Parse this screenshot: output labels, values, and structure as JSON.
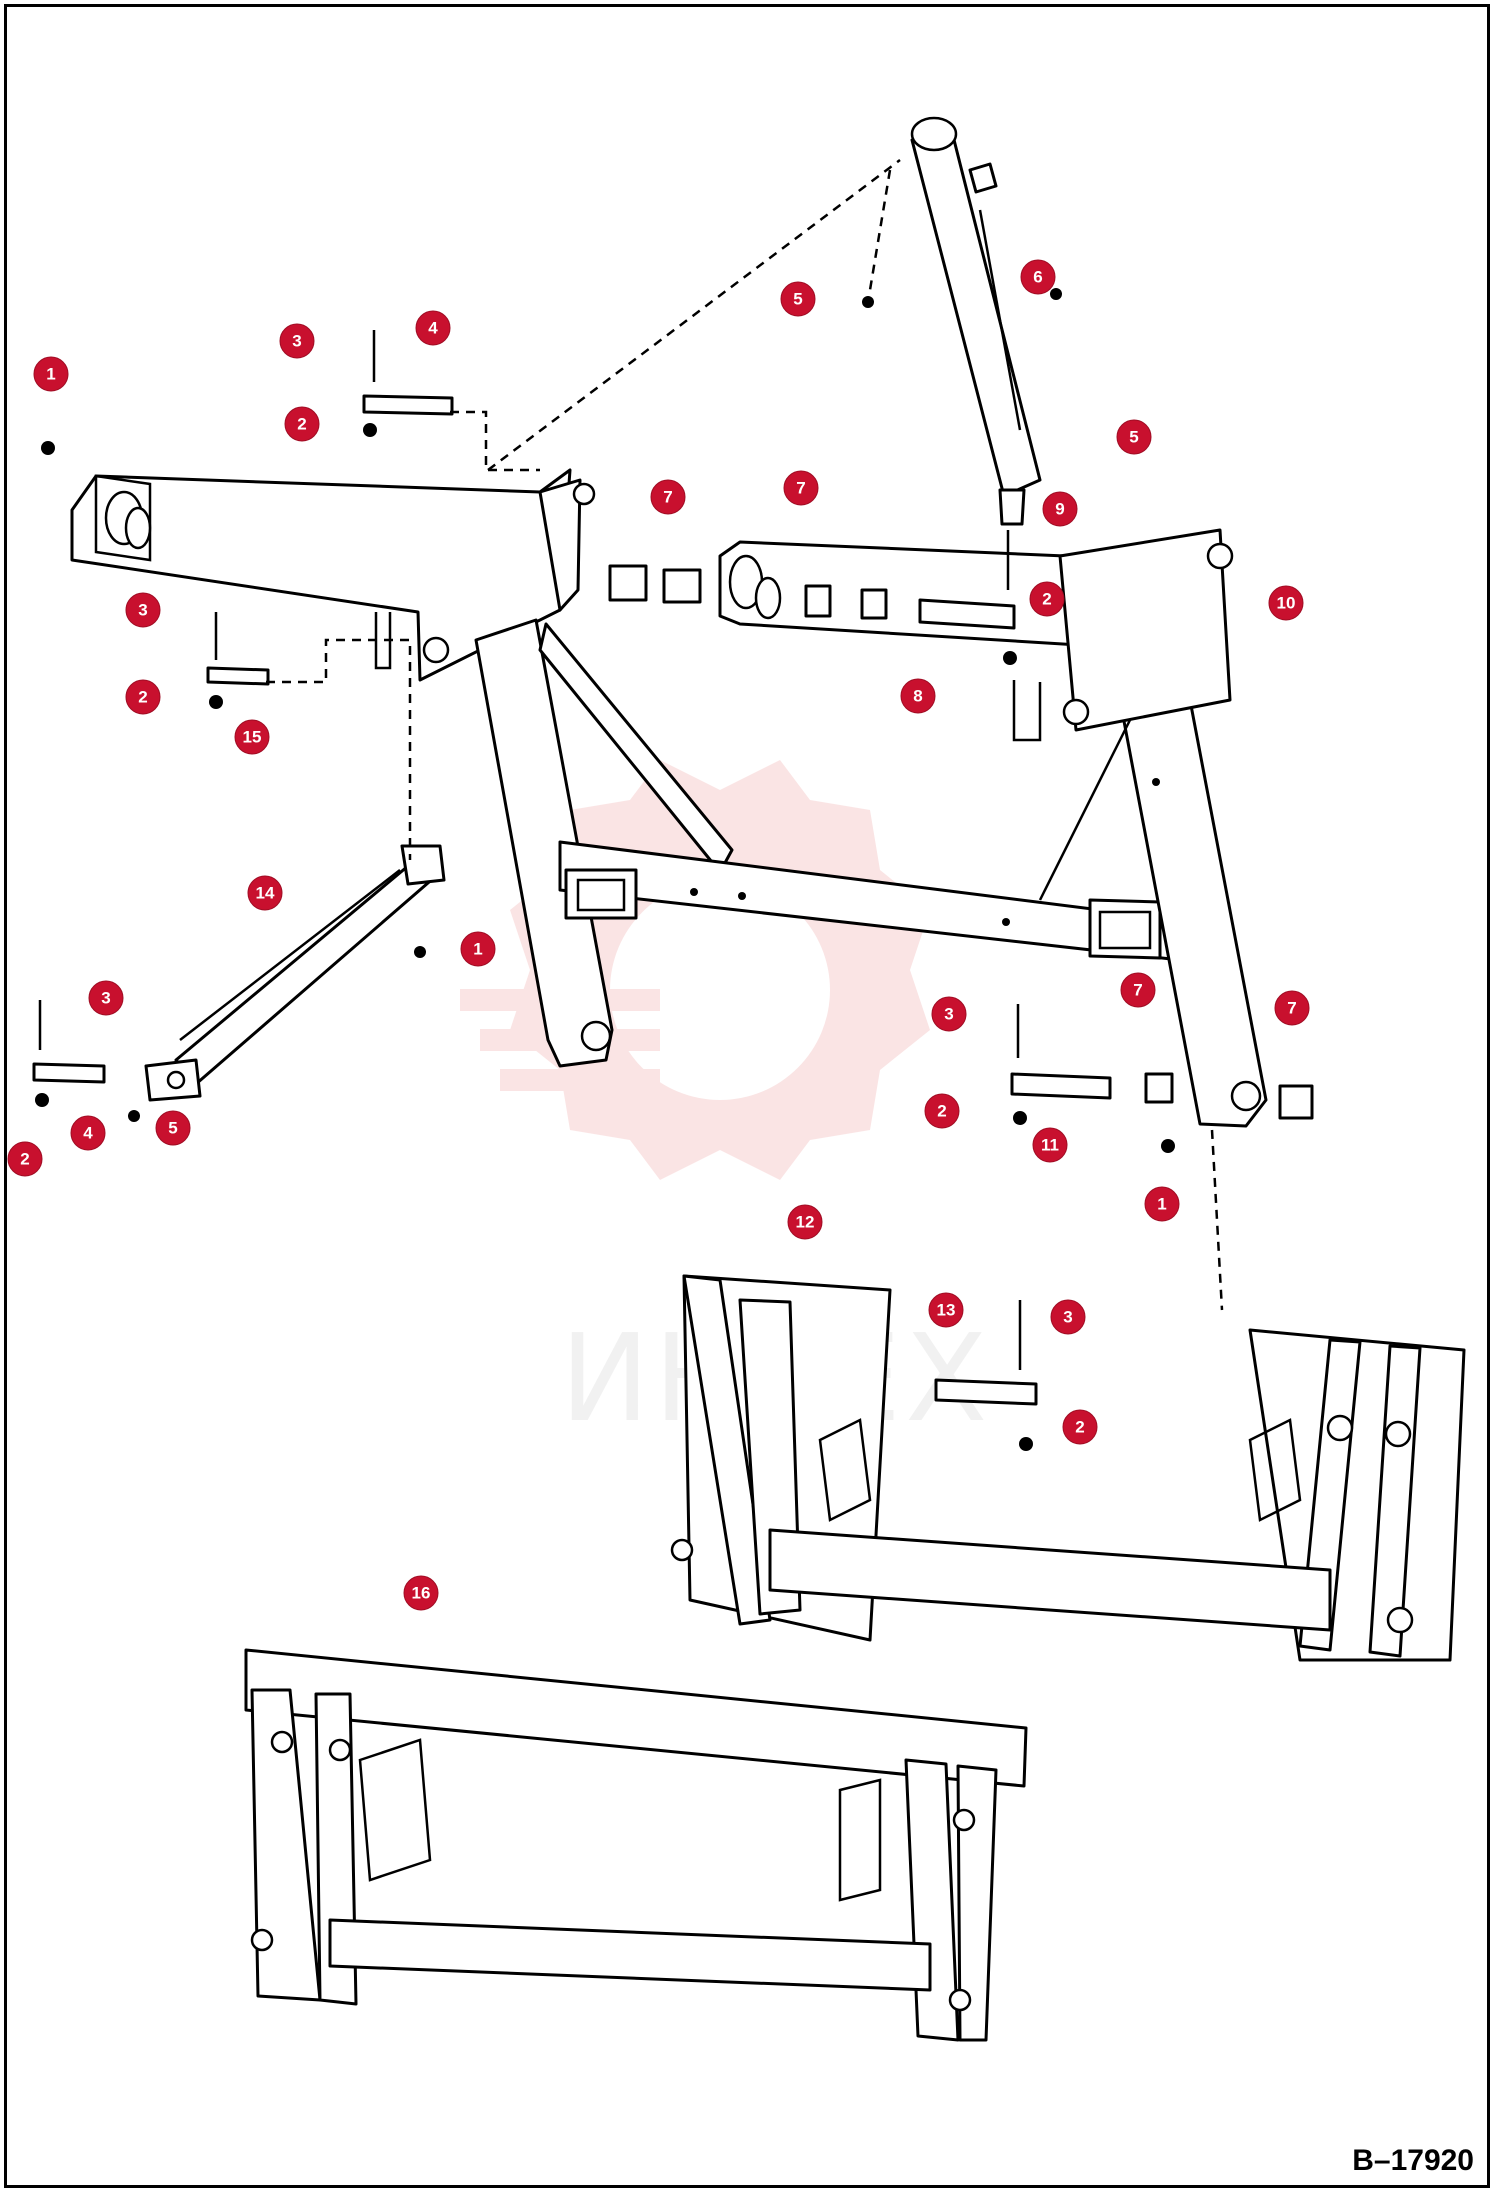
{
  "figure_ref": "B–17920",
  "watermark": {
    "text": "ИНТЕХ",
    "color": "#e05a5a"
  },
  "callout_color": "#c8102e",
  "callouts": [
    {
      "label": "1"
    },
    {
      "label": "3"
    },
    {
      "label": "4"
    },
    {
      "label": "2"
    },
    {
      "label": "5"
    },
    {
      "label": "6"
    },
    {
      "label": "5"
    },
    {
      "label": "7"
    },
    {
      "label": "7"
    },
    {
      "label": "9"
    },
    {
      "label": "2"
    },
    {
      "label": "10"
    },
    {
      "label": "3"
    },
    {
      "label": "2"
    },
    {
      "label": "15"
    },
    {
      "label": "8"
    },
    {
      "label": "14"
    },
    {
      "label": "1"
    },
    {
      "label": "3"
    },
    {
      "label": "4"
    },
    {
      "label": "5"
    },
    {
      "label": "2"
    },
    {
      "label": "7"
    },
    {
      "label": "7"
    },
    {
      "label": "3"
    },
    {
      "label": "2"
    },
    {
      "label": "11"
    },
    {
      "label": "1"
    },
    {
      "label": "12"
    },
    {
      "label": "13"
    },
    {
      "label": "3"
    },
    {
      "label": "2"
    },
    {
      "label": "16"
    }
  ]
}
